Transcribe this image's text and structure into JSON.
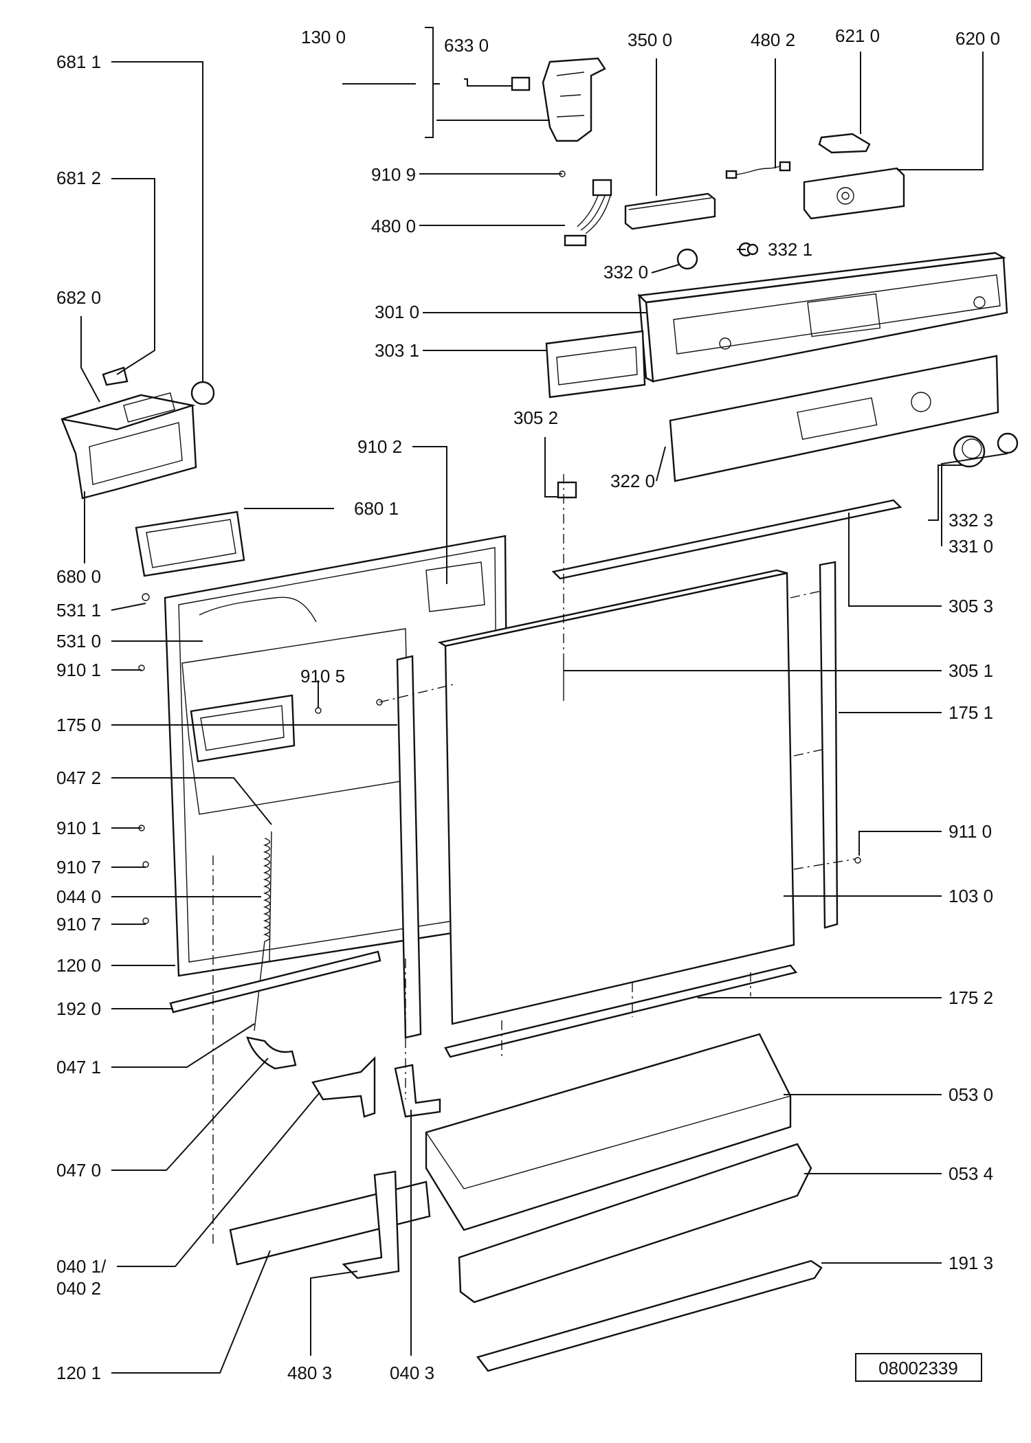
{
  "diagram": {
    "document_number": "08002339",
    "labels": {
      "p6811": "681 1",
      "p6812": "681 2",
      "p6820": "682 0",
      "p6800": "680 0",
      "p6801": "680 1",
      "p1300": "130 0",
      "p6330": "633 0",
      "p3500": "350 0",
      "p4802": "480 2",
      "p6210": "621 0",
      "p6200": "620 0",
      "p9109": "910 9",
      "p4800": "480 0",
      "p3320": "332 0",
      "p3321": "332 1",
      "p3010": "301 0",
      "p3031": "303 1",
      "p3052": "305 2",
      "p3220": "322 0",
      "p3323": "332 3",
      "p3310": "331 0",
      "p9102": "910 2",
      "p5311": "531 1",
      "p5310": "531 0",
      "p9101a": "910 1",
      "p9105": "910 5",
      "p1750": "175 0",
      "p0472": "047 2",
      "p9101b": "910 1",
      "p9107a": "910 7",
      "p0440": "044 0",
      "p9107b": "910 7",
      "p1200": "120 0",
      "p1920": "192 0",
      "p0471": "047 1",
      "p0470": "047 0",
      "p0401": "040 1/",
      "p0402": "040 2",
      "p1201": "120 1",
      "p4803": "480 3",
      "p0403": "040 3",
      "p3053": "305 3",
      "p3051": "305 1",
      "p1751": "175 1",
      "p9110": "911 0",
      "p1030": "103 0",
      "p1752": "175 2",
      "p0530": "053 0",
      "p0534": "053 4",
      "p1913": "191 3"
    }
  }
}
